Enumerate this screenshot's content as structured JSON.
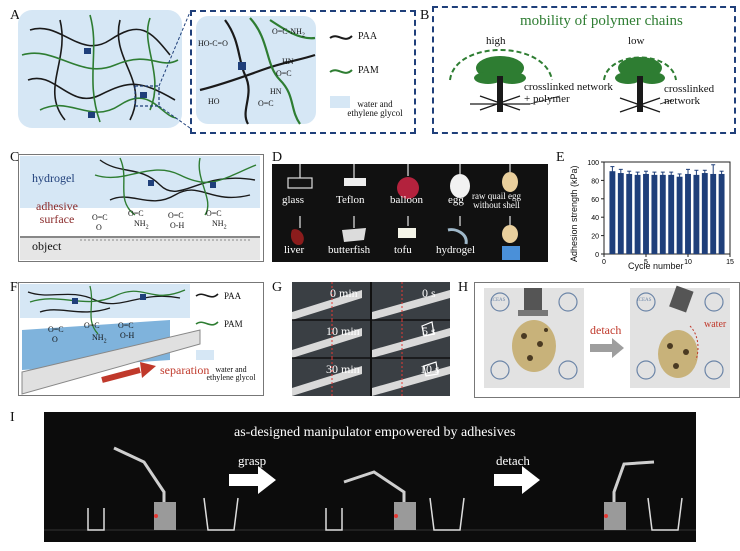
{
  "panels": {
    "A": {
      "label": "A",
      "legend_paa": "PAA",
      "legend_pam": "PAM",
      "legend_water": "water and\nethylene glycol",
      "chem1": "HO-C=O",
      "chem2": "O=C-NH",
      "chem2_sub": "2",
      "chem3": "HN",
      "chem4": "O=C",
      "chem5": "HO",
      "chem6": "HN",
      "chem7": "O=C"
    },
    "B": {
      "label": "B",
      "title": "mobility of  polymer chains",
      "high": "high",
      "low": "low",
      "left_caption": "crosslinked network\n+ polymer",
      "right_caption": "crosslinked\nnetwork"
    },
    "C": {
      "label": "C",
      "hydrogel": "hydrogel",
      "adhesive": "adhesive\nsurface",
      "object": "object",
      "chem_a": "O=C",
      "chem_b": "O=C",
      "chem_c": "O=C",
      "chem_d": "O=C",
      "sub_a": "O",
      "sub_b": "NH",
      "sub_b2": "2",
      "sub_c": "O-H",
      "sub_d": "NH",
      "sub_d2": "2"
    },
    "D": {
      "label": "D",
      "row1": [
        "glass",
        "Teflon",
        "balloon",
        "egg",
        "raw quail egg\nwithout shell"
      ],
      "row2": [
        "liver",
        "butterfish",
        "tofu",
        "hydrogel"
      ]
    },
    "E": {
      "label": "E",
      "ylabel": "Adhesion strength (kPa)",
      "xlabel": "Cycle number",
      "yticks": [
        "0",
        "20",
        "40",
        "60",
        "80",
        "100"
      ],
      "xticks": [
        "0",
        "5",
        "10",
        "15"
      ]
    },
    "F": {
      "label": "F",
      "legend_paa": "PAA",
      "legend_pam": "PAM",
      "legend_water": "water and\nethylene glycol",
      "separation": "separation",
      "chem_a": "O=C",
      "chem_b": "O=C",
      "sub_a": "O",
      "sub_b": "NH",
      "sub_b2": "2",
      "sub_c": "O-H",
      "chem_c": "O=C"
    },
    "G": {
      "label": "G",
      "left_times": [
        "0 min",
        "10 min",
        "30 min"
      ],
      "right_times": [
        "0 s",
        "5 s",
        "10 s"
      ]
    },
    "H": {
      "label": "H",
      "detach": "detach",
      "water": "water",
      "stamp": "ICEAS"
    },
    "I": {
      "label": "I",
      "title": "as-designed manipulator empowered by adhesives",
      "grasp": "grasp",
      "detach": "detach"
    }
  },
  "colors": {
    "network_blue": "#1f3f7a",
    "pam_green": "#2e7d32",
    "gel_fill": "#cfe3f2",
    "arrow_red": "#c0392b"
  },
  "chart_data": {
    "type": "bar",
    "title": "",
    "xlabel": "Cycle number",
    "ylabel": "Adhesion strength (kPa)",
    "ylim": [
      0,
      100
    ],
    "xlim": [
      0,
      15
    ],
    "categories": [
      1,
      2,
      3,
      4,
      5,
      6,
      7,
      8,
      9,
      10,
      11,
      12,
      13,
      14
    ],
    "values": [
      90,
      88,
      87,
      86,
      87,
      86,
      86,
      86,
      84,
      87,
      86,
      88,
      87,
      87
    ],
    "errors": [
      5,
      4,
      3,
      3,
      3,
      3,
      3,
      3,
      3,
      5,
      5,
      3,
      10,
      3
    ]
  }
}
